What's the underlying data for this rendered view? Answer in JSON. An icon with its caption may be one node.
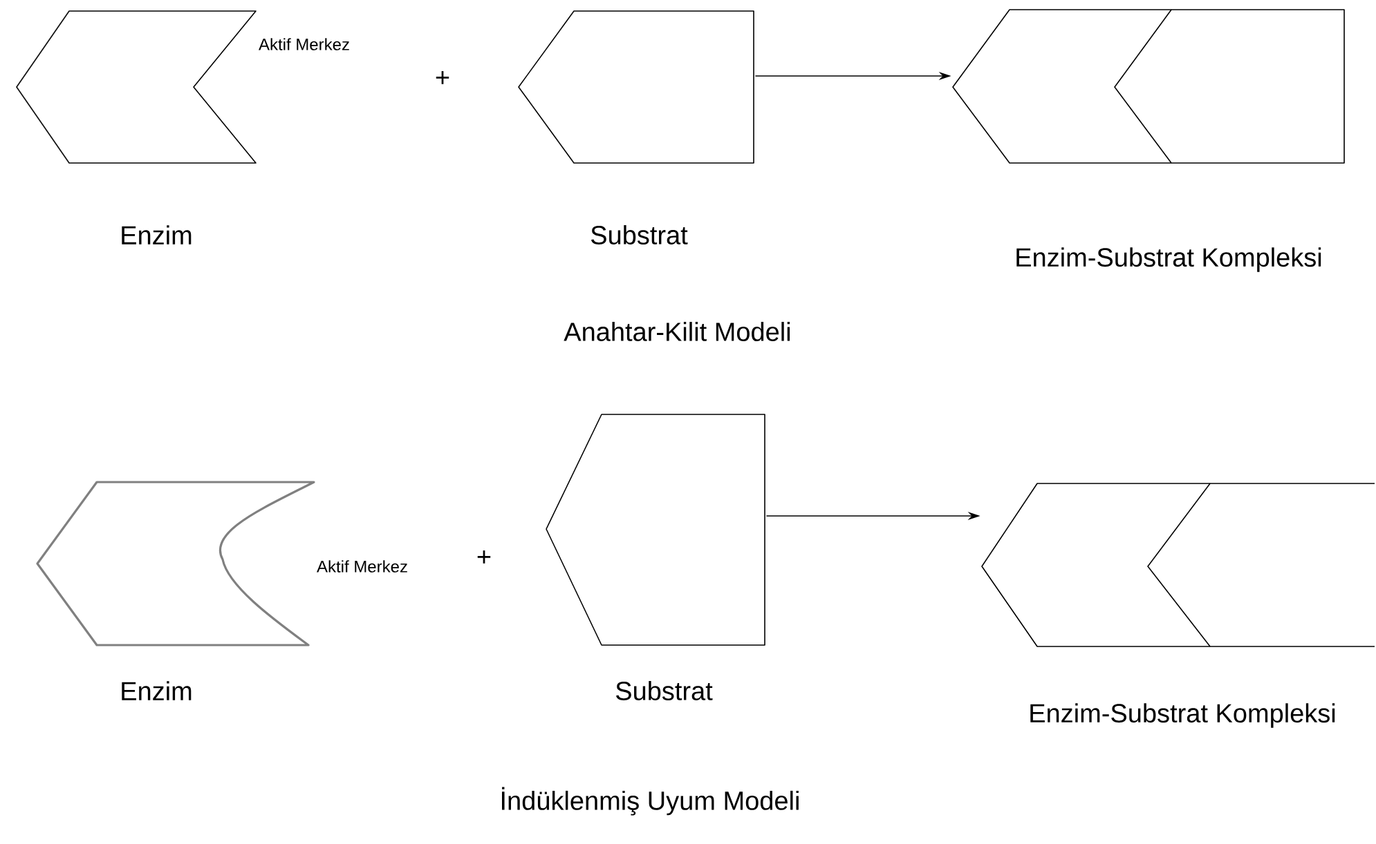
{
  "diagram": {
    "nodes": [
      {
        "text": [],
        "shape": "chevron",
        "beside": [
          "Aktif Merkez",
          "Enzim"
        ]
      },
      {
        "text": [],
        "shape": "pentagon",
        "beside": [
          "Substrat"
        ]
      },
      {
        "text": [],
        "shape": "pentagon",
        "beside": [
          "Enzim-Substrat Kompleksi"
        ]
      },
      {
        "text": [],
        "shape": "chevron",
        "beside": [
          "Aktif Merkez",
          "Enzim"
        ]
      },
      {
        "text": [],
        "shape": "pentagon",
        "beside": [
          "Substrat"
        ]
      },
      {
        "text": [],
        "shape": "pentagon",
        "beside": [
          "Enzim-Substrat Kompleksi"
        ]
      }
    ],
    "edges": [
      {
        "from": 1,
        "to": 2,
        "arrow": "to"
      },
      {
        "from": 4,
        "to": 5,
        "arrow": "to"
      }
    ],
    "labels": [
      "+",
      "Anahtar-Kilit Modeli",
      "+",
      "İndüklenmiş Uyum Modeli"
    ]
  }
}
